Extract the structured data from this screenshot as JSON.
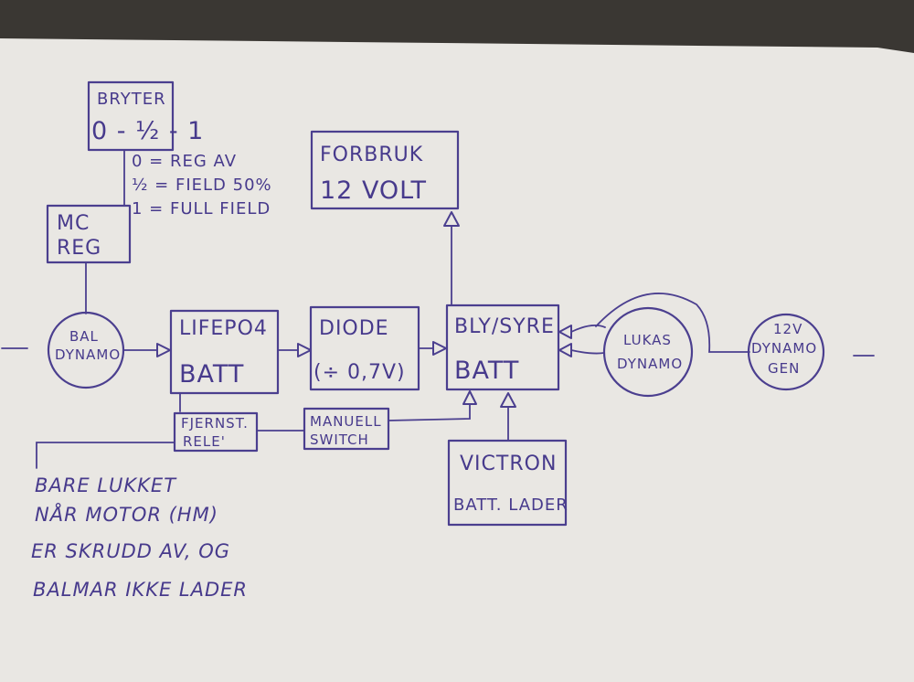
{
  "diagram": {
    "colors": {
      "ink": "#4b3f8f",
      "paper": "#e9e7e3",
      "background": "#3a3733"
    },
    "bryter": {
      "title": "BRYTER",
      "positions": "0 - ½ - 1"
    },
    "bryter_legend": [
      "0 = REG AV",
      "½ = FIELD 50%",
      "1 = FULL FIELD"
    ],
    "mc_reg": [
      "MC",
      "REG"
    ],
    "forbruk": [
      "FORBRUK",
      "12 VOLT"
    ],
    "bal_dynamo": [
      "BAL",
      "DYNAMO"
    ],
    "lifepo4": [
      "LIFEPO4",
      "BATT"
    ],
    "diode": [
      "DIODE",
      "(÷ 0,7V)"
    ],
    "bly_syre": [
      "BLY/SYRE",
      "BATT"
    ],
    "lukas_dynamo": [
      "LUKAS",
      "DYNAMO"
    ],
    "dynamo_gen": [
      "12V",
      "DYNAMO",
      "GEN"
    ],
    "fjernst_rele": [
      "FJERNST.",
      "RELE'"
    ],
    "manuell_switch": [
      "MANUELL",
      "SWITCH"
    ],
    "victron": [
      "VICTRON",
      "BATT. LADER"
    ],
    "note": [
      "BARE LUKKET",
      "NÅR MOTOR (HM)",
      "ER SKRUDD AV, OG",
      "BALMAR IKKE LADER"
    ]
  }
}
